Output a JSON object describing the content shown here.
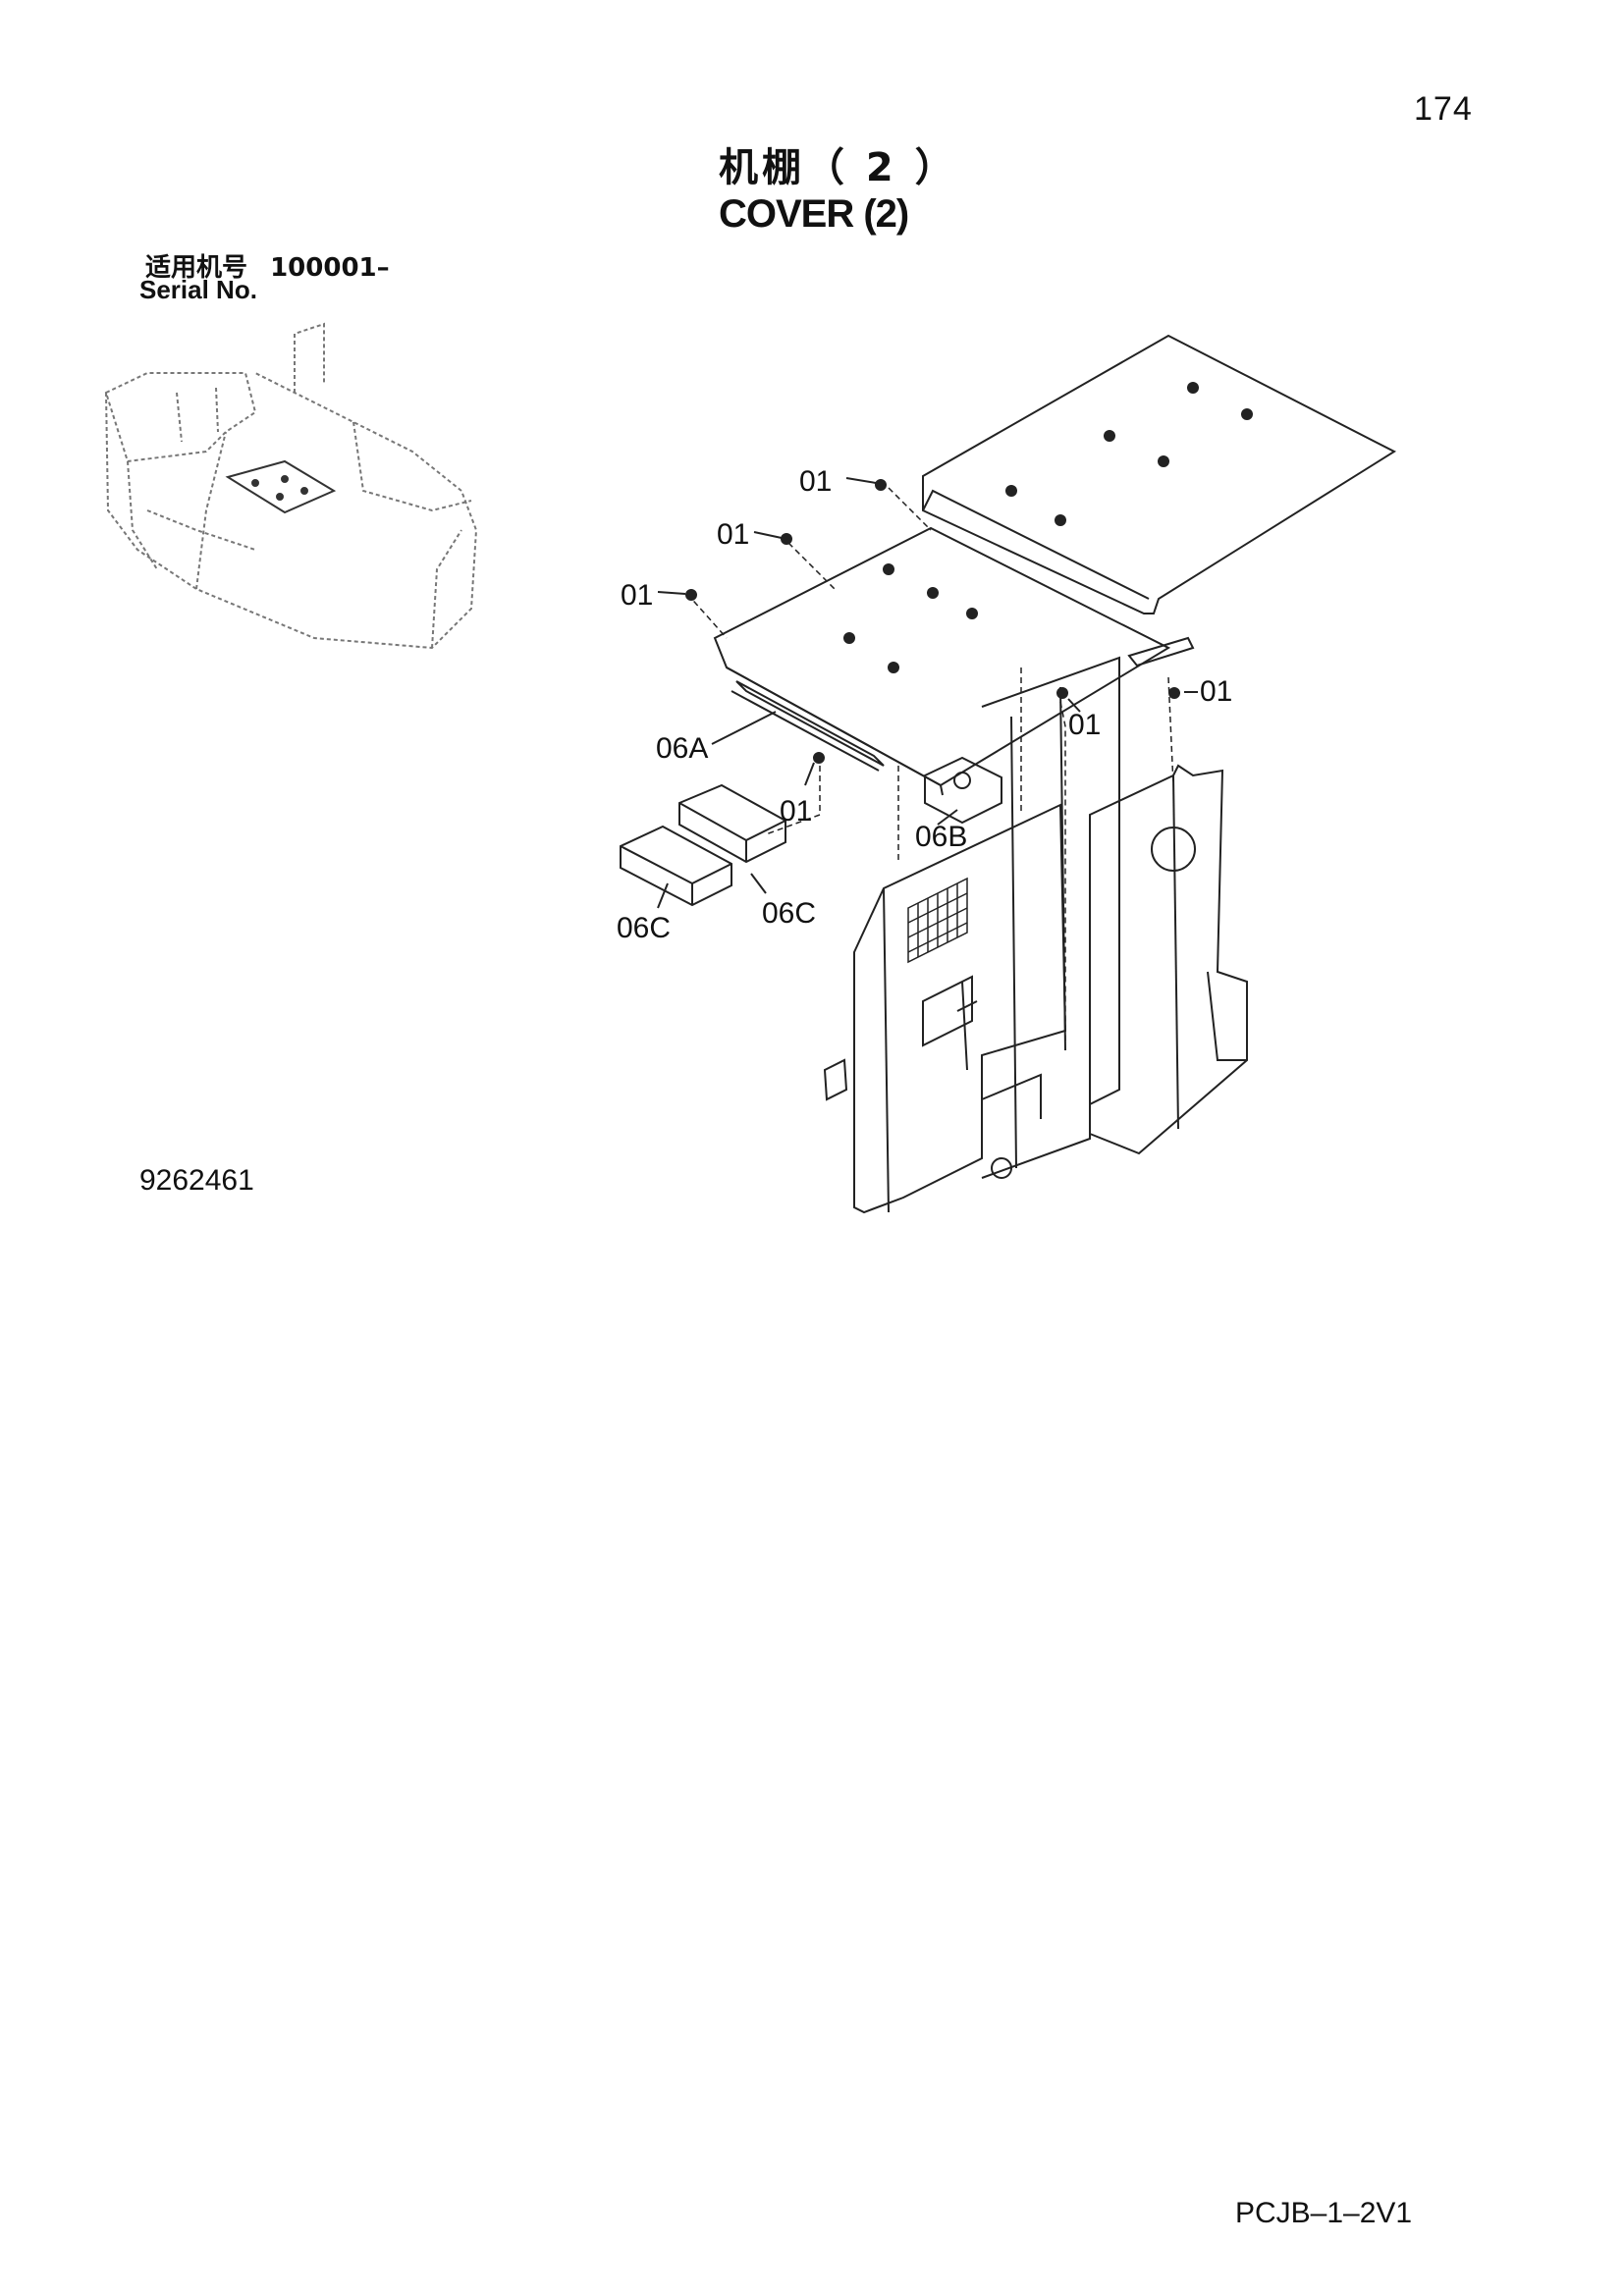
{
  "page": {
    "number": "174"
  },
  "title": {
    "cn": "机棚（ 2 ）",
    "en": "COVER (2)"
  },
  "serial": {
    "cn_label": "适用机号",
    "range": "100001–",
    "en_label": "Serial No."
  },
  "figure_number": "9262461",
  "footer_code": "PCJB–1–2V1",
  "callouts": {
    "c1": "01",
    "c2": "01",
    "c3": "01",
    "c4": "01",
    "c5": "01",
    "c6": "01",
    "c7": "06A",
    "c8": "06B",
    "c9": "06C",
    "c10": "06C"
  }
}
